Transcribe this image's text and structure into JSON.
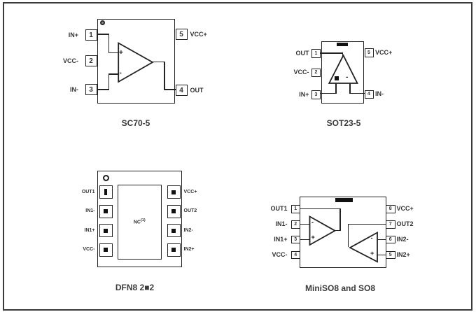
{
  "figure": {
    "line_color": "#222222",
    "text_color": "#333333",
    "frame_color": "#3a3a3a"
  },
  "sc70": {
    "caption": "SC70-5",
    "pins_left": [
      {
        "num": "1",
        "label": "IN+"
      },
      {
        "num": "2",
        "label": "VCC-"
      },
      {
        "num": "3",
        "label": "IN-"
      }
    ],
    "pins_right": [
      {
        "num": "5",
        "label": "VCC+"
      },
      {
        "num": "4",
        "label": "OUT"
      }
    ],
    "opamp": {
      "plus": "+",
      "minus": "-"
    }
  },
  "sot23": {
    "caption": "SOT23-5",
    "pins_left": [
      {
        "num": "1",
        "label": "OUT"
      },
      {
        "num": "2",
        "label": "VCC-"
      },
      {
        "num": "3",
        "label": "IN+"
      }
    ],
    "pins_right": [
      {
        "num": "5",
        "label": "VCC+"
      },
      {
        "num": "4",
        "label": "IN-"
      }
    ],
    "opamp": {
      "minus": "-"
    }
  },
  "dfn8": {
    "caption": "DFN8 2■2",
    "center_label": "NC",
    "center_note": "(1)",
    "pins_left": [
      {
        "label": "OUT1"
      },
      {
        "label": "IN1-"
      },
      {
        "label": "IN1+"
      },
      {
        "label": "VCC-"
      }
    ],
    "pins_right": [
      {
        "label": "VCC+"
      },
      {
        "label": "OUT2"
      },
      {
        "label": "IN2-"
      },
      {
        "label": "IN2+"
      }
    ]
  },
  "miniso8": {
    "caption": "MiniSO8 and SO8",
    "pins_left": [
      {
        "num": "1",
        "label": "OUT1"
      },
      {
        "num": "2",
        "label": "IN1-"
      },
      {
        "num": "3",
        "label": "IN1+"
      },
      {
        "num": "4",
        "label": "VCC-"
      }
    ],
    "pins_right": [
      {
        "num": "8",
        "label": "VCC+"
      },
      {
        "num": "7",
        "label": "OUT2"
      },
      {
        "num": "6",
        "label": "IN2-"
      },
      {
        "num": "5",
        "label": "IN2+"
      }
    ],
    "opamp1": {
      "minus": "-",
      "plus": "+"
    },
    "opamp2": {
      "minus": "-",
      "plus": "+"
    }
  }
}
